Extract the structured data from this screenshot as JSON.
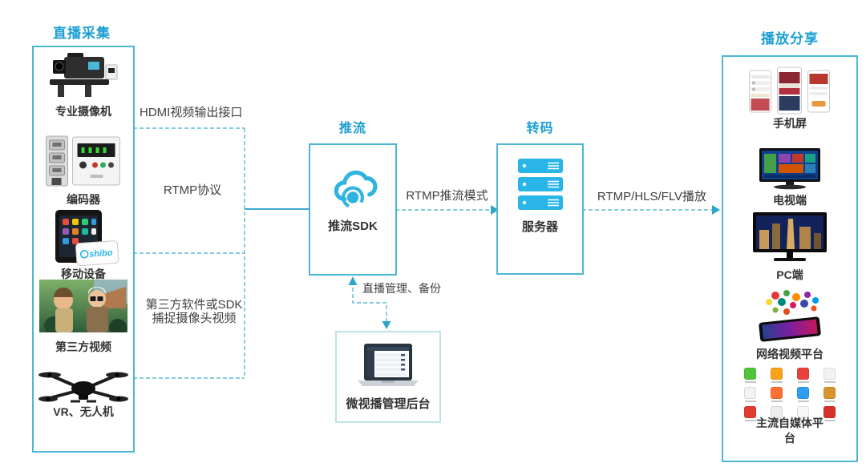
{
  "sections": {
    "capture": {
      "title": "直播采集",
      "items": [
        {
          "label": "专业摄像机"
        },
        {
          "label": "编码器"
        },
        {
          "label": "移动设备"
        },
        {
          "label": "第三方视频"
        },
        {
          "label": "VR、无人机"
        }
      ],
      "mobile_logo": "shibo"
    },
    "push": {
      "title": "推流",
      "node": "推流SDK"
    },
    "transcode": {
      "title": "转码",
      "node": "服务器"
    },
    "share": {
      "title": "播放分享",
      "items": [
        {
          "label": "手机屏"
        },
        {
          "label": "电视端"
        },
        {
          "label": "PC端"
        },
        {
          "label": "网络视频平台"
        },
        {
          "label": "主流自媒体平台"
        }
      ],
      "app_icons": [
        "#52c43c",
        "#f7a21b",
        "#e8413c",
        "#f2f2f2",
        "#f2f2f2",
        "#ff7034",
        "#2e9df2",
        "#d8952f",
        "#e23c30",
        "#eeeeee",
        "#f7f7f7",
        "#d6312b"
      ]
    },
    "management": {
      "node": "微视播管理后台"
    }
  },
  "connectors": {
    "hdmi": "HDMI视频输出接口",
    "rtmp_protocol": "RTMP协议",
    "third_party_line1": "第三方软件或SDK",
    "third_party_line2": "捕捉摄像头视频",
    "push_mode": "RTMP推流模式",
    "play": "RTMP/HLS/FLV播放",
    "management": "直播管理、备份"
  },
  "colors": {
    "accent": "#1b9ed3",
    "box_border": "#4db6d6",
    "light_border": "#bfe2e4",
    "icon_cyan": "#29b5e8",
    "dash_line": "#5fb9d2",
    "label_text": "#333333"
  }
}
